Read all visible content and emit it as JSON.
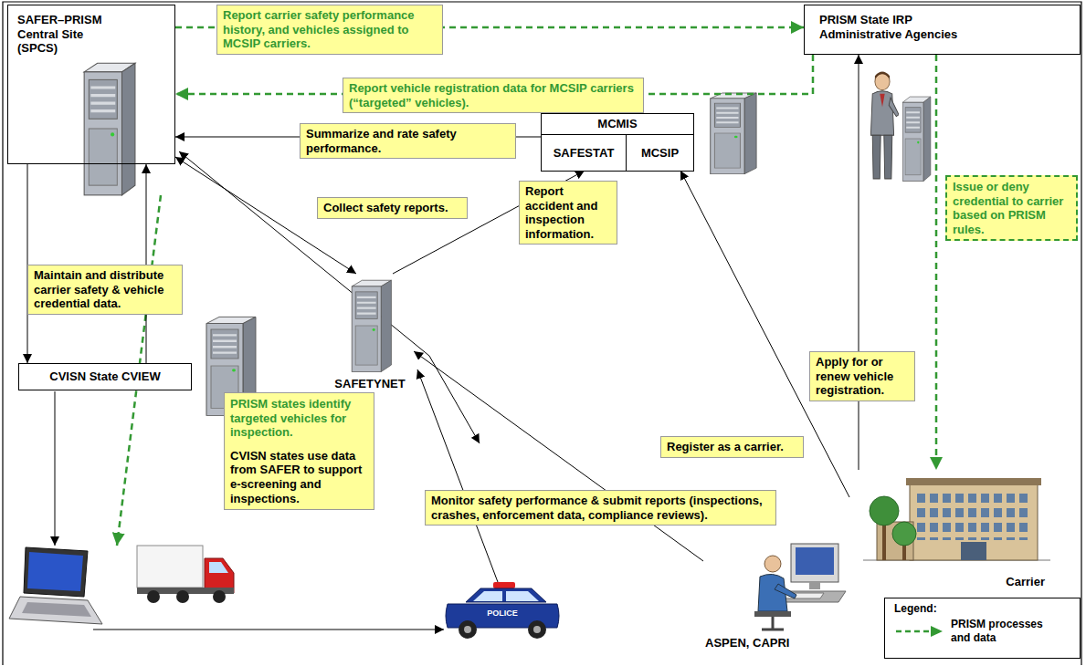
{
  "diagram": {
    "nodes": [
      {
        "text": [
          "SAFER–PRISM Central Site (SPCS)"
        ]
      },
      {
        "text": [
          "PRISM State IRP Administrative Agencies"
        ]
      },
      {
        "text": [
          "MCMIS"
        ]
      },
      {
        "text": [
          "SAFESTAT"
        ],
        "in": 2
      },
      {
        "text": [
          "MCSIP"
        ],
        "in": 2
      },
      {
        "text": [
          "CVISN State CVIEW"
        ]
      },
      {
        "text": [
          "SAFETYNET"
        ]
      },
      {
        "text": [
          "Carrier"
        ]
      },
      {
        "text": [
          "ASPEN, CAPRI"
        ]
      }
    ],
    "edges": [
      {
        "from": 0,
        "to": 1,
        "arrow": "to",
        "label": "Report carrier safety performance history, and vehicles assigned to MCSIP carriers."
      },
      {
        "from": 1,
        "to": 0,
        "arrow": "to",
        "label": "Report vehicle registration data for MCSIP carriers (“targeted” vehicles)."
      },
      {
        "from": 2,
        "to": 0,
        "arrow": "to",
        "label": "Summarize and rate safety performance."
      },
      {
        "from": 0,
        "to": 6,
        "arrow": "both",
        "label": "Collect safety reports."
      },
      {
        "from": 6,
        "to": 3,
        "arrow": "to",
        "label": "Report accident and inspection information."
      },
      {
        "from": 7,
        "to": 4,
        "arrow": "to",
        "label": "Register as a carrier."
      },
      {
        "from": 7,
        "to": 1,
        "arrow": "to",
        "label": "Apply for or renew vehicle registration."
      },
      {
        "from": 1,
        "to": 7,
        "arrow": "to",
        "label": "Issue or deny credential to carrier based on PRISM rules."
      },
      {
        "from": 0,
        "to": 5,
        "arrow": "to",
        "label": "Maintain and distribute carrier safety & vehicle credential data."
      },
      {
        "from": 5,
        "to": 0,
        "arrow": "to"
      },
      {
        "from": 8,
        "to": 6,
        "arrow": "to",
        "label": "Monitor safety performance & submit reports (inspections, crashes, enforcement data, compliance reviews)."
      }
    ],
    "labels": [
      "PRISM states identify targeted vehicles for inspection.",
      "CVISN states use data from SAFER to support e-screening and inspections.",
      "POLICE",
      "Legend:"
    ],
    "legend": [
      {
        "text": "PRISM processes and data"
      }
    ]
  }
}
